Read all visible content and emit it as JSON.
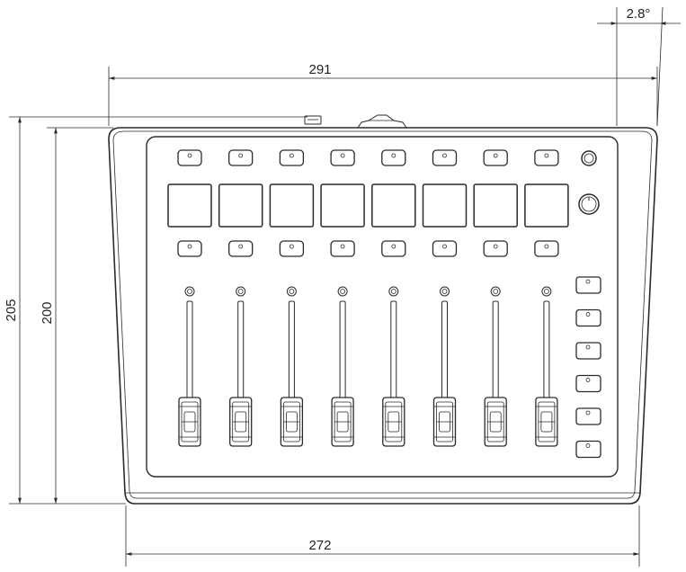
{
  "dimensions": {
    "overall_width": "291",
    "bottom_width": "272",
    "total_height": "205",
    "body_height": "200",
    "side_angle": "2.8°"
  },
  "layout": {
    "channel_count": 8,
    "top_buttons_per_channel": 1,
    "pads_per_channel": 1,
    "bottom_buttons_per_channel": 1,
    "side_buttons": 6,
    "right_knobs": 2
  }
}
